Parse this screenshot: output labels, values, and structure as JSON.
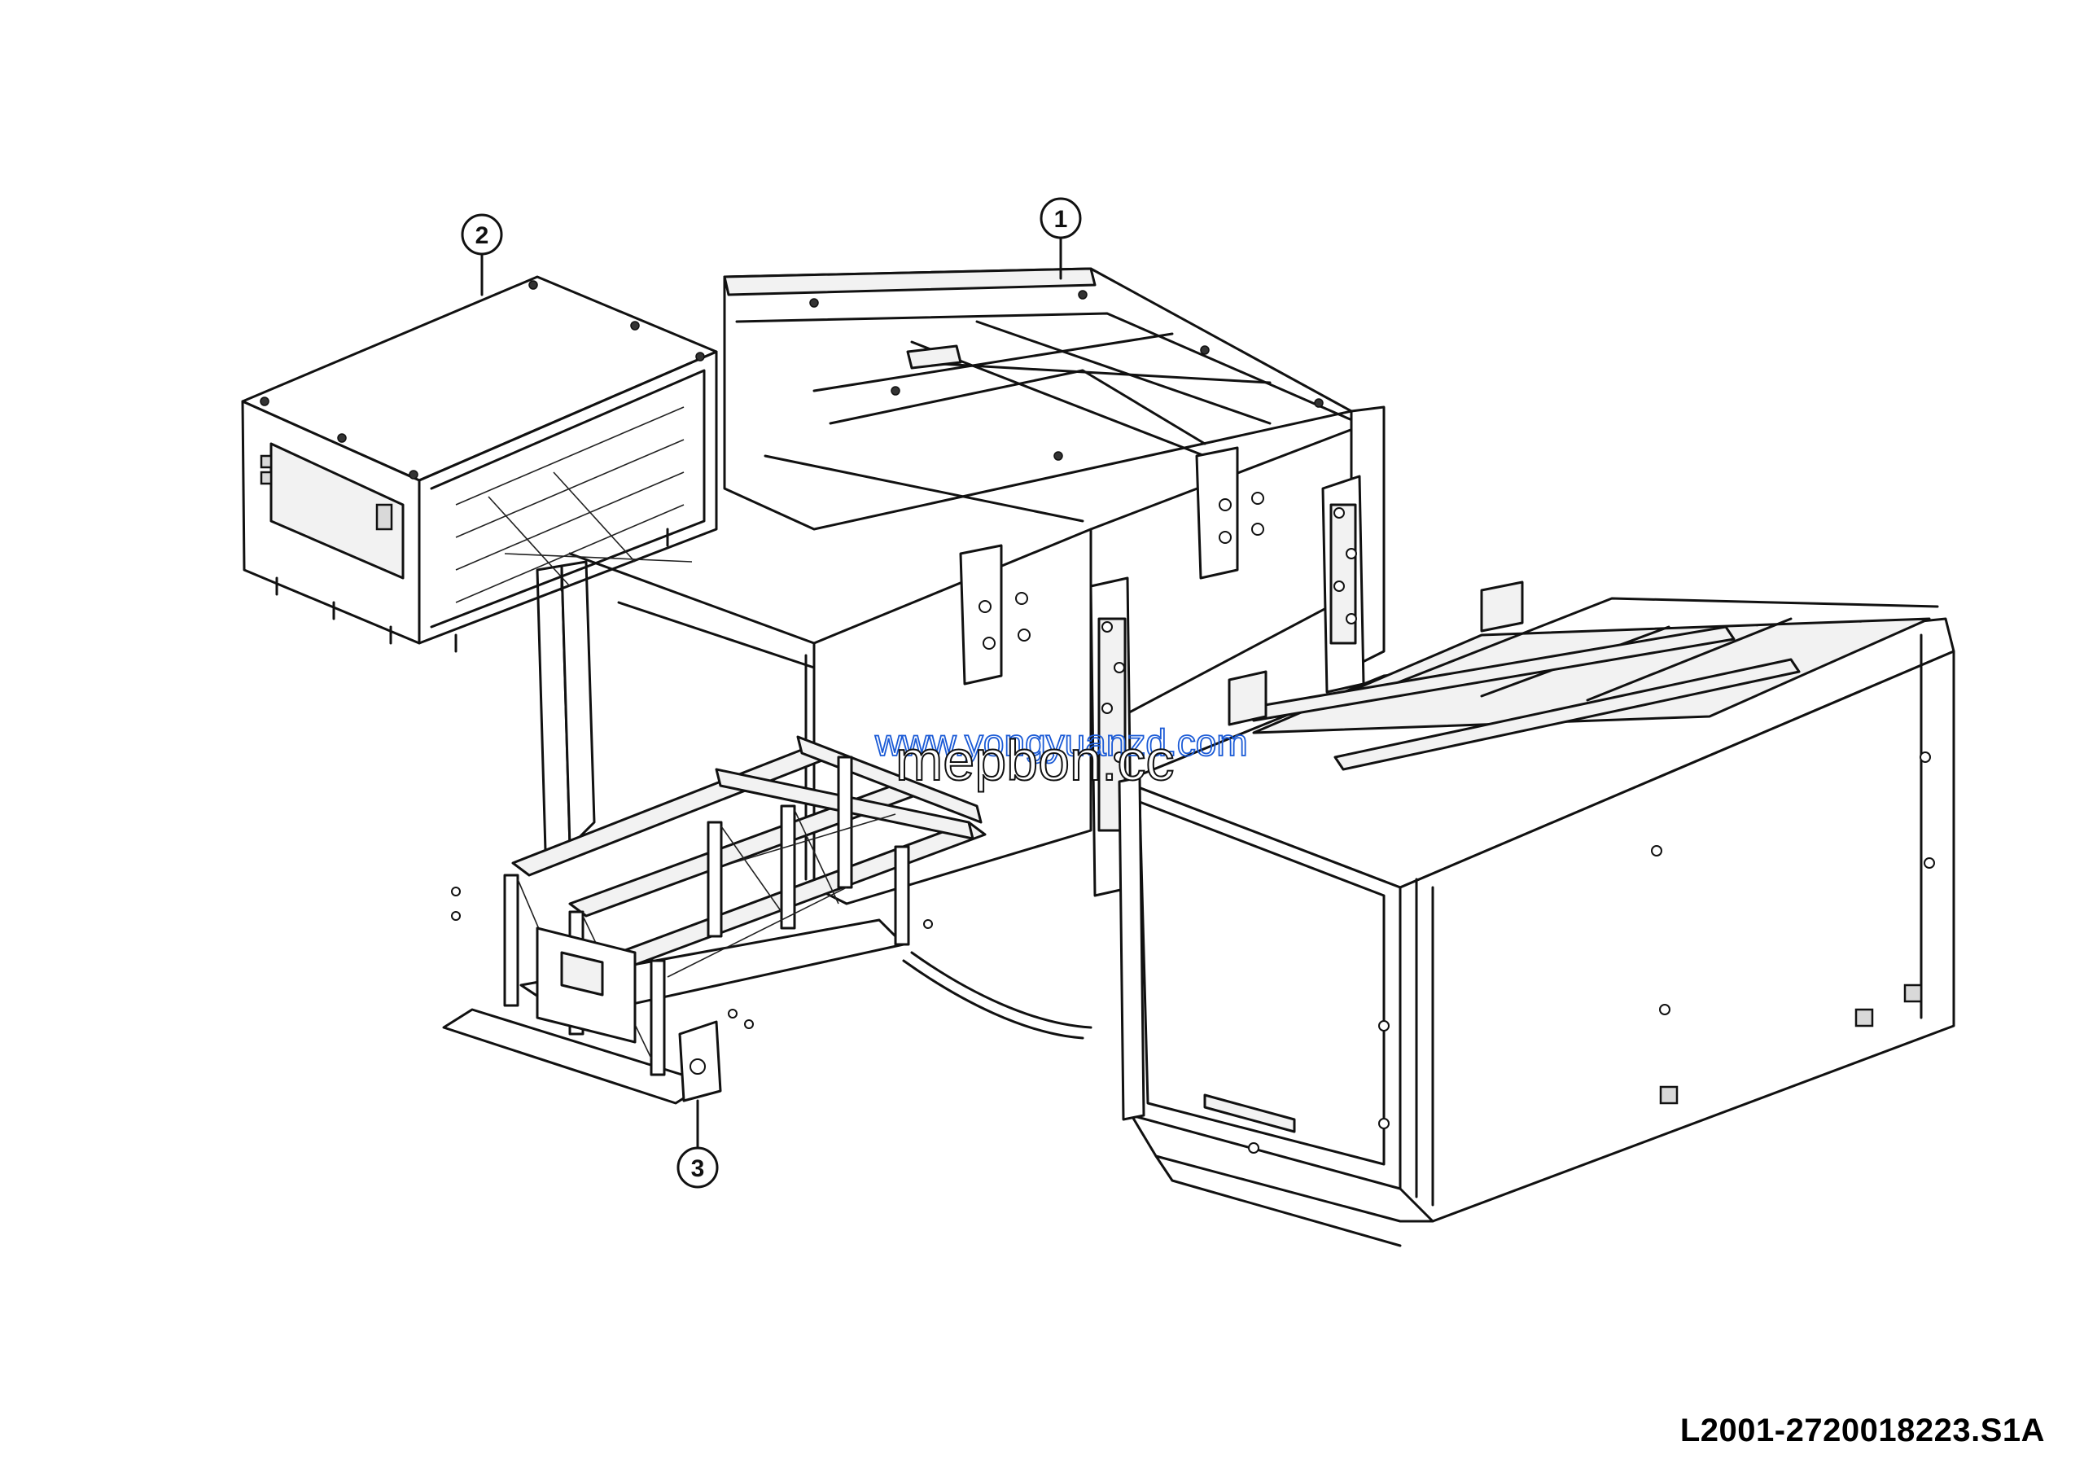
{
  "drawing_code": "L2001-2720018223.S1A",
  "callouts": [
    {
      "label": "1"
    },
    {
      "label": "2"
    },
    {
      "label": "3"
    }
  ],
  "watermark": {
    "upper": "www.yongyuanzd.com",
    "lower": "mepbon.cc"
  }
}
